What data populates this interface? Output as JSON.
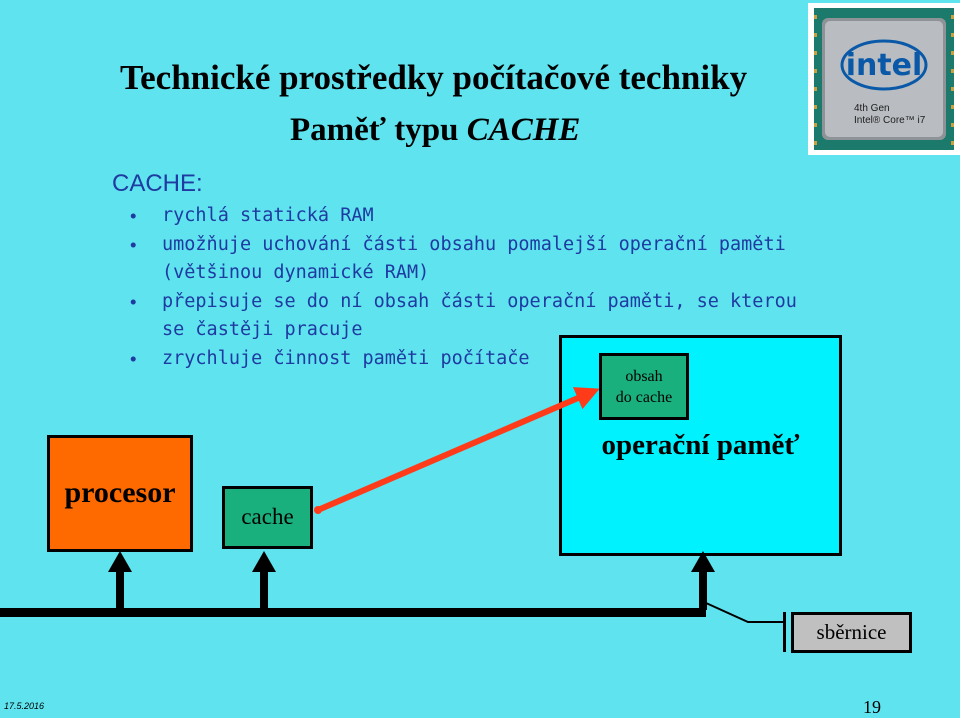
{
  "header": {
    "title": "Technické prostředky počítačové techniky",
    "subtitle_prefix": "Paměť typu ",
    "subtitle_emph": "CACHE"
  },
  "content": {
    "heading": "CACHE:",
    "bullets": [
      "rychlá statická RAM",
      "umožňuje uchování části obsahu pomalejší operační paměti (většinou dynamické RAM)",
      "přepisuje se do ní obsah části operační paměti, se kterou se častěji pracuje",
      "zrychluje činnost paměti počítače"
    ]
  },
  "diagram": {
    "procesor_label": "procesor",
    "cache_label": "cache",
    "ram_label": "operační paměť",
    "ram_content_line1": "obsah",
    "ram_content_line2": "do cache",
    "bus_label": "sběrnice"
  },
  "chip_image": {
    "brand": "intel",
    "line1": "4th Gen",
    "line2": "Intel® Core™ i7"
  },
  "footer": {
    "date": "17.5.2016",
    "page": "19"
  },
  "colors": {
    "background": "#5ee3ef",
    "text_blue": "#1f3aa0",
    "procesor_fill": "#ff6a00",
    "cache_fill": "#19b07d",
    "ram_fill": "#00f2ff",
    "arrow": "#ff3b1a",
    "bus_label_fill": "#c0c0c0"
  }
}
